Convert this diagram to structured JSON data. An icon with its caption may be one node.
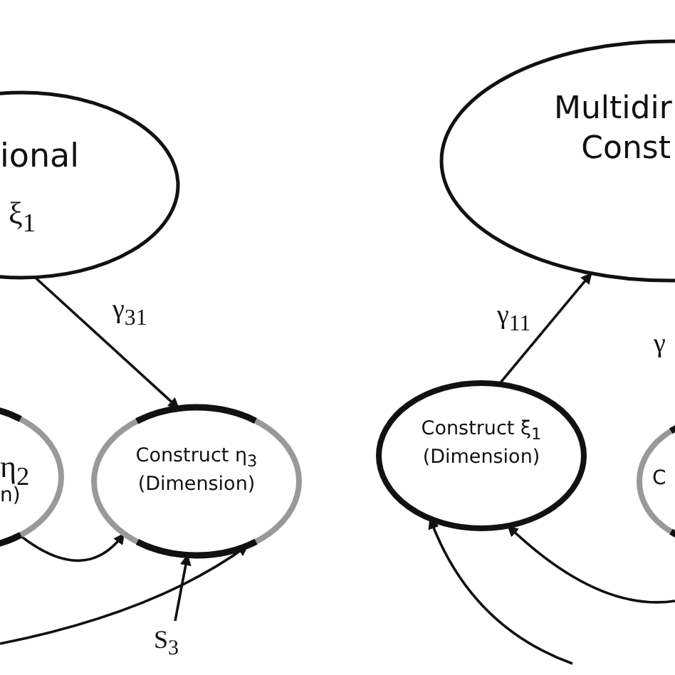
{
  "diagram": {
    "nodes": [
      {
        "text": [
          "ional",
          "ξ$_{1}$"
        ]
      },
      {
        "text": [
          "η$_{2}$",
          "n)"
        ]
      },
      {
        "text": [
          "Construct η$_{3}$ (Dimension)"
        ]
      },
      {
        "text": [
          "Multidir Const"
        ]
      },
      {
        "text": [
          "Construct ξ$_{1}$ (Dimension)"
        ]
      },
      {
        "text": [
          "C"
        ]
      },
      {
        "text": [
          "S$_{3}$"
        ]
      }
    ],
    "edges": [
      {
        "from": 0,
        "to": 2,
        "arrow": "to",
        "label": "γ$_{31}$"
      },
      {
        "from": 4,
        "to": 3,
        "arrow": "to",
        "label": "γ$_{11}$"
      },
      {
        "from": 1,
        "to": 2,
        "arrow": "to"
      },
      {
        "from": null,
        "to": 2,
        "arrow": "to"
      },
      {
        "from": 6,
        "to": 2,
        "arrow": "to"
      },
      {
        "from": null,
        "to": 4,
        "arrow": "to"
      },
      {
        "from": null,
        "to": 4,
        "arrow": "to"
      }
    ],
    "labels": [
      "γ"
    ]
  }
}
